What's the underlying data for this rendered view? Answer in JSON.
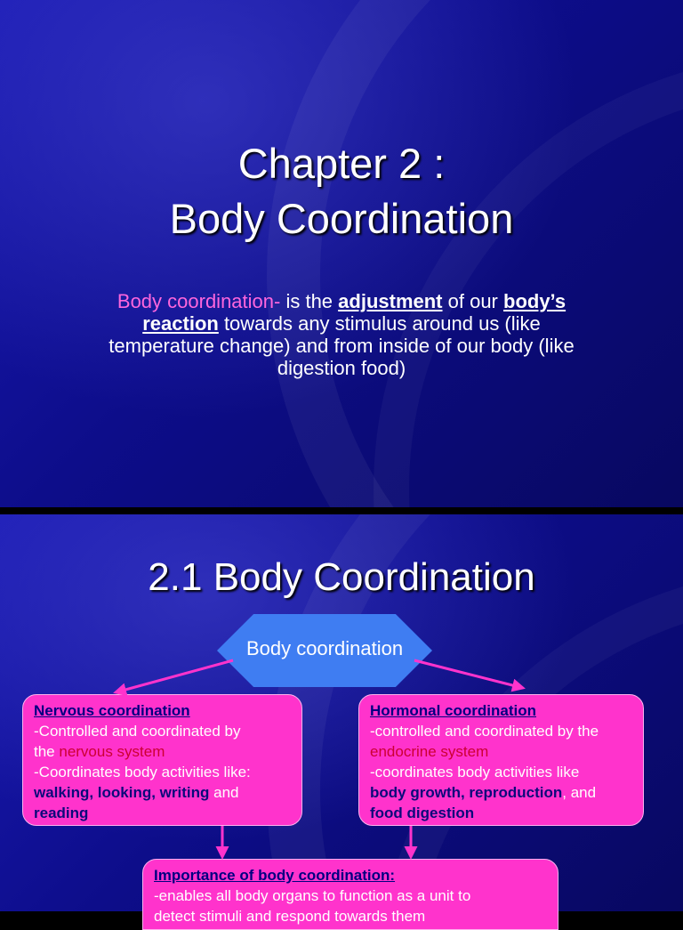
{
  "slide1": {
    "title_line1": "Chapter 2 :",
    "title_line2": "Body Coordination",
    "intro": {
      "term": "Body coordination-",
      "t1": " is the ",
      "adjustment": "adjustment",
      "t2": " of our ",
      "reaction": "body’s reaction",
      "t3": " towards any stimulus around us (like temperature change) and from inside of our body (like digestion food)"
    }
  },
  "slide2": {
    "title": "2.1 Body Coordination",
    "center_label": "Body coordination",
    "nervous": {
      "heading": "Nervous coordination",
      "line1": "-Controlled and coordinated by",
      "line2_pre": "the ",
      "line2_red": "nervous system",
      "line3": "-Coordinates body activities like:",
      "examples": "walking, looking, writing",
      "and": " and",
      "last": "reading"
    },
    "hormonal": {
      "heading": "Hormonal coordination",
      "line1": "-controlled and coordinated by the",
      "line2_red": "endocrine system",
      "line3": "-coordinates body activities like",
      "examples": "body growth, reproduction",
      "and": ", and",
      "last": "food digestion"
    },
    "importance": {
      "heading": "Importance of body coordination:",
      "line1": "-enables all body organs to function as a unit to",
      "line2": "detect stimuli and respond towards them"
    }
  },
  "colors": {
    "background": "#1414a8",
    "title": "#ffffff",
    "pink_text": "#ff66dd",
    "box_fill": "#ff33cc",
    "hexagon": "#3f7df2",
    "arrow": "#ff33cc",
    "heading_text": "#000080",
    "red_text": "#cc0033"
  }
}
